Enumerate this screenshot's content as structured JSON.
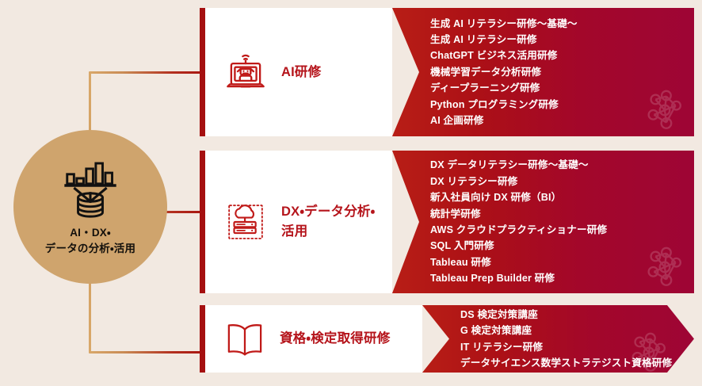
{
  "theme": {
    "background": "#f2e9e1",
    "hub_fill": "#cfa46d",
    "accent_red": "#a51010",
    "panel_gradient_start": "#b81e16",
    "panel_gradient_end": "#9e0535",
    "title_red": "#b5141b",
    "connector_tan": "#d9a86a"
  },
  "hub": {
    "label": "AI・DX・\nデータの分析・活用",
    "icon": "bar-chart-database-icon"
  },
  "rows": [
    {
      "icon": "robot-laptop-icon",
      "title": "AI研修",
      "watermark": "molecule-network-icon",
      "courses": [
        "生成 AI リテラシー研修〜基礎〜",
        "生成 AI リテラシー研修",
        "ChatGPT ビジネス活用研修",
        "機械学習データ分析研修",
        "ディープラーニング研修",
        "Python プログラミング研修",
        "AI 企画研修"
      ]
    },
    {
      "icon": "cloud-server-icon",
      "title": "DX・データ分析・\n活用",
      "watermark": "molecule-network-icon",
      "courses": [
        "DX データリテラシー研修〜基礎〜",
        "DX リテラシー研修",
        "新入社員向け DX 研修（BI）",
        "統計学研修",
        "AWS クラウドプラクティショナー研修",
        "SQL 入門研修",
        "Tableau 研修",
        "Tableau Prep Builder 研修"
      ]
    },
    {
      "icon": "open-book-icon",
      "title": "資格・検定取得研修",
      "watermark": "molecule-network-icon",
      "courses": [
        "DS 検定対策講座",
        "G 検定対策講座",
        "IT リテラシー研修",
        "データサイエンス数学ストラテジスト資格研修"
      ]
    }
  ]
}
